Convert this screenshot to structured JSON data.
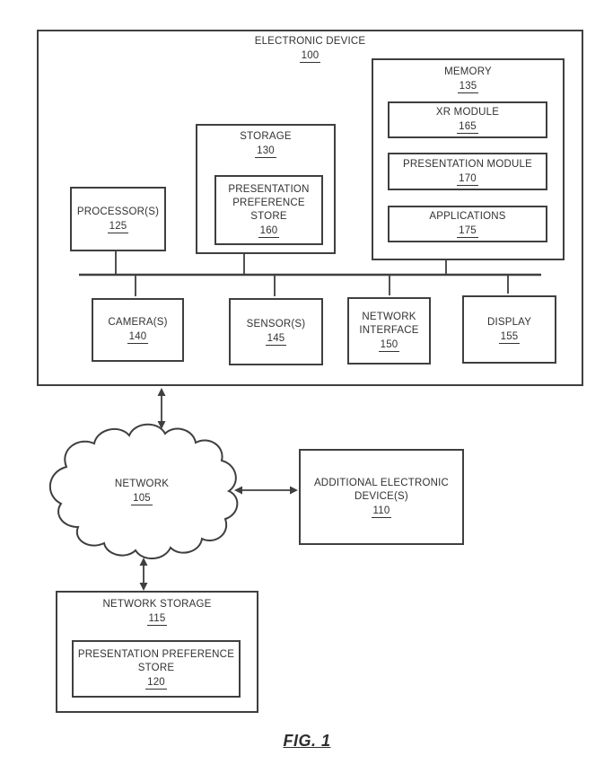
{
  "figure": {
    "caption": "FIG. 1"
  },
  "colors": {
    "line": "#3f3f3f",
    "text": "#323232",
    "background": "#ffffff"
  },
  "diagram": {
    "electronic_device": {
      "label": "ELECTRONIC DEVICE",
      "ref": "100"
    },
    "processor": {
      "label": "PROCESSOR(S)",
      "ref": "125"
    },
    "storage": {
      "label": "STORAGE",
      "ref": "130"
    },
    "presentation_preference_store_device": {
      "label": "PRESENTATION PREFERENCE STORE",
      "ref": "160"
    },
    "memory": {
      "label": "MEMORY",
      "ref": "135"
    },
    "xr_module": {
      "label": "XR MODULE",
      "ref": "165"
    },
    "presentation_module": {
      "label": "PRESENTATION MODULE",
      "ref": "170"
    },
    "applications": {
      "label": "APPLICATIONS",
      "ref": "175"
    },
    "camera": {
      "label": "CAMERA(S)",
      "ref": "140"
    },
    "sensor": {
      "label": "SENSOR(S)",
      "ref": "145"
    },
    "network_interface": {
      "label": "NETWORK INTERFACE",
      "ref": "150"
    },
    "display": {
      "label": "DISPLAY",
      "ref": "155"
    },
    "network": {
      "label": "NETWORK",
      "ref": "105"
    },
    "additional_electronic_device": {
      "label": "ADDITIONAL ELECTRONIC DEVICE(S)",
      "ref": "110"
    },
    "network_storage": {
      "label": "NETWORK STORAGE",
      "ref": "115"
    },
    "presentation_preference_store_network": {
      "label": "PRESENTATION PREFERENCE STORE",
      "ref": "120"
    }
  }
}
